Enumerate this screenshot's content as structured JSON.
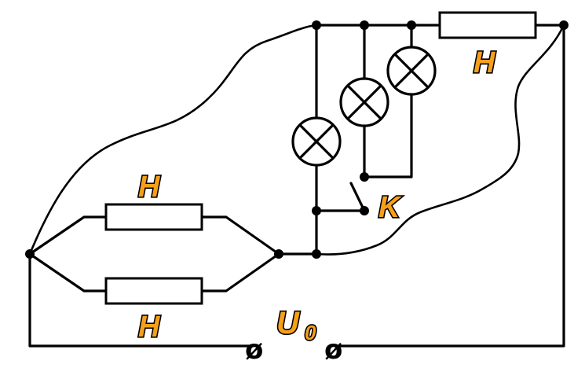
{
  "labels": {
    "resistor_top_right": "H",
    "resistor_parallel_upper": "H",
    "resistor_parallel_lower": "H",
    "switch": "K",
    "source_voltage": "U",
    "source_voltage_subscript": "0"
  },
  "terminals": {
    "left_symbol": "ø",
    "right_symbol": "ø"
  },
  "colors": {
    "label_fill": "#f6a01a",
    "line": "#000000",
    "background": "#ffffff"
  },
  "components": {
    "lamp_count": 3,
    "resistor_count": 3,
    "switch_count": 1
  }
}
